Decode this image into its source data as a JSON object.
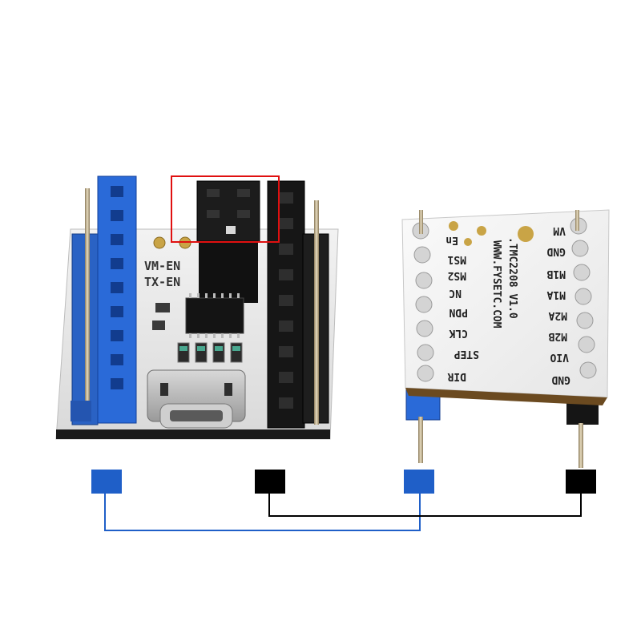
{
  "left_board": {
    "silk_line1": "VM-EN",
    "silk_line2": "TX-EN"
  },
  "right_board": {
    "model_text": ".TMC2208 V1.0",
    "url_text": "WWW.FYSETC.COM",
    "left_pins": [
      "En",
      "MS1",
      "MS2",
      "NC",
      "PDN",
      "CLK",
      "STEP",
      "DIR"
    ],
    "right_pins": [
      "VM",
      "GND",
      "M1B",
      "M1A",
      "M2A",
      "M2B",
      "VIO",
      "GND"
    ]
  },
  "legend": {
    "blue_color": "#1f5fc8",
    "black_color": "#000000"
  },
  "highlight_color": "#e01010"
}
